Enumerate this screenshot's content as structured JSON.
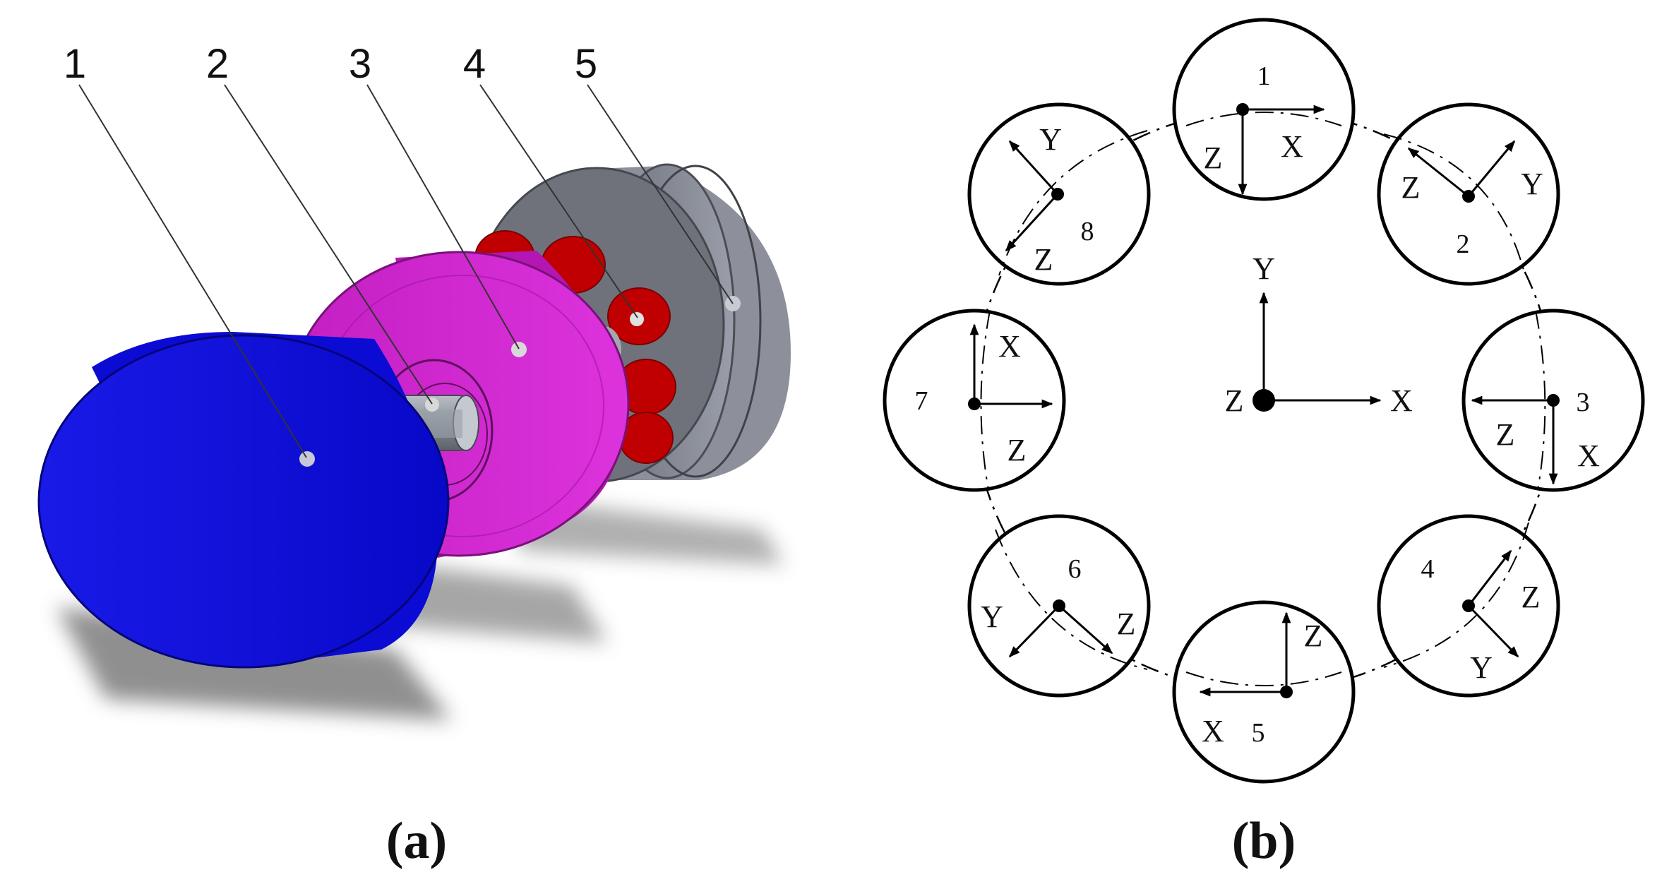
{
  "panel_a": {
    "label": "(a)",
    "callouts": [
      "1",
      "2",
      "3",
      "4",
      "5"
    ],
    "colors": {
      "blue_disc": "#1010e6",
      "magenta_disc": "#cc22cc",
      "red_magnets": "#c00000",
      "gray_disc": "#7a7d86",
      "shaft": "#8c9299"
    }
  },
  "panel_b": {
    "label": "(b)",
    "center_axes": {
      "x": "X",
      "y": "Y",
      "z": "Z"
    },
    "sensors": [
      {
        "id": "1",
        "labels": [
          "X",
          "Z"
        ]
      },
      {
        "id": "2",
        "labels": [
          "Z",
          "Y"
        ]
      },
      {
        "id": "3",
        "labels": [
          "Z",
          "X"
        ]
      },
      {
        "id": "4",
        "labels": [
          "Z",
          "Y"
        ]
      },
      {
        "id": "5",
        "labels": [
          "Z",
          "X"
        ]
      },
      {
        "id": "6",
        "labels": [
          "Y",
          "Z"
        ]
      },
      {
        "id": "7",
        "labels": [
          "X",
          "Z"
        ]
      },
      {
        "id": "8",
        "labels": [
          "Y",
          "Z"
        ]
      }
    ]
  }
}
